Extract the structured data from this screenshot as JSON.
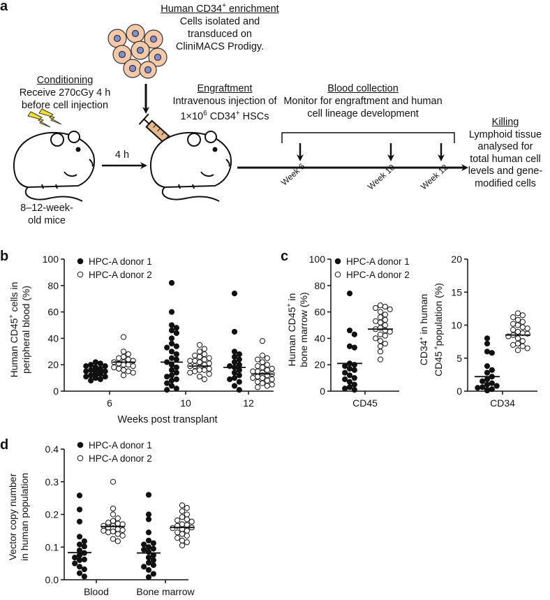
{
  "panel_a": {
    "letter": "a",
    "enrichment_title": "Human CD34",
    "enrichment_title_sup": "+",
    "enrichment_title_rest": " enrichment",
    "enrichment_lines": [
      "Cells isolated and",
      "transduced on",
      "CliniMACS Prodigy."
    ],
    "conditioning_title": "Conditioning",
    "conditioning_lines": [
      "Receive 270cGy 4 h",
      "before cell injection"
    ],
    "engraftment_title": "Engraftment",
    "engraftment_line1": "Intravenous injection of",
    "engraftment_line2_a": "1×10",
    "engraftment_line2_sup1": "6",
    "engraftment_line2_b": " CD34",
    "engraftment_line2_sup2": "+",
    "engraftment_line2_c": " HSCs",
    "blood_title": "Blood collection",
    "blood_lines": [
      "Monitor for engraftment and human",
      "cell lineage development"
    ],
    "killing_title": "Killing",
    "killing_lines": [
      "Lymphoid tissue",
      "analysed for",
      "total human cell",
      "levels and gene-",
      "modified cells"
    ],
    "arrow_label": "4 h",
    "mice_lines": [
      "8–12-week-",
      "old mice"
    ],
    "weeks": [
      "Week 6",
      "Week 10",
      "Week 12"
    ],
    "colors": {
      "cell_fill": "#f3c9a8",
      "cell_nucleus": "#7d8fd8",
      "bolt": "#f4e21c",
      "syringe_fluid": "#e6b889"
    }
  },
  "panel_b": {
    "letter": "b",
    "legend": [
      "HPC-A donor 1",
      "HPC-A donor 2"
    ],
    "ylabel_1": "Human CD45",
    "ylabel_1_sup": "+",
    "ylabel_1_rest": " cells in",
    "ylabel_2": "peripheral blood (%)",
    "xlabel": "Weeks post transplant",
    "yticks": [
      "0",
      "20",
      "40",
      "60",
      "80",
      "100"
    ],
    "xticks": [
      "6",
      "10",
      "12"
    ]
  },
  "panel_c": {
    "letter": "c",
    "legend": [
      "HPC-A donor 1",
      "HPC-A donor 2"
    ],
    "left_ylabel_1": "Human CD45",
    "left_ylabel_1_sup": "+",
    "left_ylabel_1_rest": " in",
    "left_ylabel_2": "bone marrow (%)",
    "left_yticks": [
      "0",
      "20",
      "40",
      "60",
      "80",
      "100"
    ],
    "left_xlabel": "CD45",
    "right_ylabel_1": "CD34",
    "right_ylabel_1_sup": "+",
    "right_ylabel_1_rest": " in human",
    "right_ylabel_2": "CD45",
    "right_ylabel_2_sup": " +",
    "right_ylabel_2_rest": "population (%)",
    "right_yticks": [
      "0",
      "5",
      "10",
      "15",
      "20"
    ],
    "right_xlabel": "CD34"
  },
  "panel_d": {
    "letter": "d",
    "legend": [
      "HPC-A donor 1",
      "HPC-A donor 2"
    ],
    "ylabel_1": "Vector copy number",
    "ylabel_2": "in human population",
    "yticks": [
      "0.0",
      "0.1",
      "0.2",
      "0.3",
      "0.4"
    ],
    "xticks": [
      "Blood",
      "Bone marrow"
    ]
  },
  "chart_data": [
    {
      "type": "scatter",
      "panel": "b",
      "xlabel": "Weeks post transplant",
      "ylabel": "Human CD45+ cells in peripheral blood (%)",
      "categories": [
        "6",
        "10",
        "12"
      ],
      "ylim": [
        0,
        100
      ],
      "series": [
        {
          "name": "HPC-A donor 1",
          "filled": true,
          "values": [
            [
              14,
              19,
              21,
              18,
              16,
              12,
              10,
              15,
              13,
              17,
              11,
              20,
              8,
              16,
              14,
              22,
              9,
              13,
              15,
              12,
              18,
              17,
              11,
              16,
              14,
              19,
              10,
              13,
              15
            ],
            [
              82,
              60,
              50,
              46,
              44,
              40,
              36,
              33,
              30,
              28,
              25,
              22,
              20,
              18,
              16,
              14,
              11,
              9,
              6,
              4,
              2,
              1,
              24,
              12,
              8,
              34,
              48
            ],
            [
              74,
              45,
              30,
              26,
              24,
              22,
              20,
              18,
              16,
              14,
              12,
              9,
              7,
              4,
              1,
              28,
              19,
              10
            ]
          ],
          "means": [
            15,
            22,
            18
          ]
        },
        {
          "name": "HPC-A donor 2",
          "filled": false,
          "values": [
            [
              41,
              30,
              28,
              26,
              25,
              24,
              23,
              22,
              21,
              20,
              19,
              18,
              17,
              16,
              15,
              14,
              12,
              22,
              20
            ],
            [
              35,
              32,
              30,
              28,
              27,
              26,
              24,
              23,
              22,
              21,
              20,
              19,
              18,
              17,
              16,
              15,
              14,
              13,
              11,
              9,
              25,
              19,
              16,
              23
            ],
            [
              38,
              27,
              25,
              24,
              22,
              20,
              19,
              18,
              17,
              16,
              15,
              14,
              13,
              12,
              11,
              10,
              9,
              8,
              7,
              6,
              5,
              4,
              3,
              15,
              12,
              10
            ]
          ],
          "means": [
            22,
            19,
            13
          ]
        }
      ]
    },
    {
      "type": "scatter",
      "panel": "c-left",
      "ylabel": "Human CD45+ in bone marrow (%)",
      "categories": [
        "CD45"
      ],
      "ylim": [
        0,
        100
      ],
      "series": [
        {
          "name": "HPC-A donor 1",
          "filled": true,
          "values": [
            74,
            46,
            43,
            34,
            33,
            21,
            20,
            19,
            17,
            16,
            14,
            12,
            10,
            9,
            7,
            5,
            3,
            2,
            1
          ],
          "mean": 21
        },
        {
          "name": "HPC-A donor 2",
          "filled": false,
          "values": [
            65,
            64,
            63,
            62,
            60,
            58,
            56,
            54,
            53,
            52,
            50,
            48,
            47,
            46,
            45,
            43,
            42,
            40,
            38,
            36,
            34,
            30,
            24
          ],
          "mean": 47
        }
      ]
    },
    {
      "type": "scatter",
      "panel": "c-right",
      "ylabel": "CD34+ in human CD45 +population (%)",
      "categories": [
        "CD34"
      ],
      "ylim": [
        0,
        20
      ],
      "series": [
        {
          "name": "HPC-A donor 1",
          "filled": true,
          "values": [
            8.0,
            7.2,
            6.0,
            5.8,
            3.8,
            3.2,
            2.8,
            2.2,
            1.8,
            1.5,
            1.2,
            1.0,
            0.8,
            0.6,
            0.5,
            0.3,
            0.2,
            0.1
          ],
          "mean": 2.2
        },
        {
          "name": "HPC-A donor 2",
          "filled": false,
          "values": [
            11.8,
            11.5,
            11.2,
            10.8,
            10.5,
            10.2,
            10.0,
            9.7,
            9.3,
            9.0,
            8.8,
            8.5,
            8.3,
            8.0,
            7.6,
            7.2,
            7.0,
            6.8,
            6.5,
            6.2,
            9.5,
            8.7
          ],
          "mean": 8.5
        }
      ]
    },
    {
      "type": "scatter",
      "panel": "d",
      "ylabel": "Vector copy number in human population",
      "categories": [
        "Blood",
        "Bone marrow"
      ],
      "ylim": [
        0,
        0.4
      ],
      "series": [
        {
          "name": "HPC-A donor 1",
          "filled": true,
          "values": [
            [
              0.258,
              0.215,
              0.178,
              0.132,
              0.118,
              0.102,
              0.09,
              0.082,
              0.075,
              0.068,
              0.06,
              0.05,
              0.04,
              0.032,
              0.02,
              0.01,
              0.108,
              0.062
            ],
            [
              0.26,
              0.2,
              0.185,
              0.145,
              0.12,
              0.108,
              0.1,
              0.092,
              0.085,
              0.075,
              0.068,
              0.06,
              0.052,
              0.04,
              0.03,
              0.018,
              0.008,
              0.112,
              0.095,
              0.045
            ]
          ],
          "means": [
            0.083,
            0.082
          ]
        },
        {
          "name": "HPC-A donor 2",
          "filled": false,
          "values": [
            [
              0.3,
              0.218,
              0.2,
              0.188,
              0.18,
              0.175,
              0.17,
              0.165,
              0.16,
              0.158,
              0.155,
              0.15,
              0.148,
              0.145,
              0.14,
              0.135,
              0.125,
              0.118,
              0.165,
              0.172,
              0.152
            ],
            [
              0.228,
              0.22,
              0.21,
              0.2,
              0.192,
              0.185,
              0.178,
              0.17,
              0.165,
              0.16,
              0.155,
              0.15,
              0.145,
              0.14,
              0.135,
              0.128,
              0.12,
              0.115,
              0.105,
              0.168,
              0.182,
              0.158
            ]
          ],
          "means": [
            0.163,
            0.16
          ]
        }
      ]
    }
  ]
}
